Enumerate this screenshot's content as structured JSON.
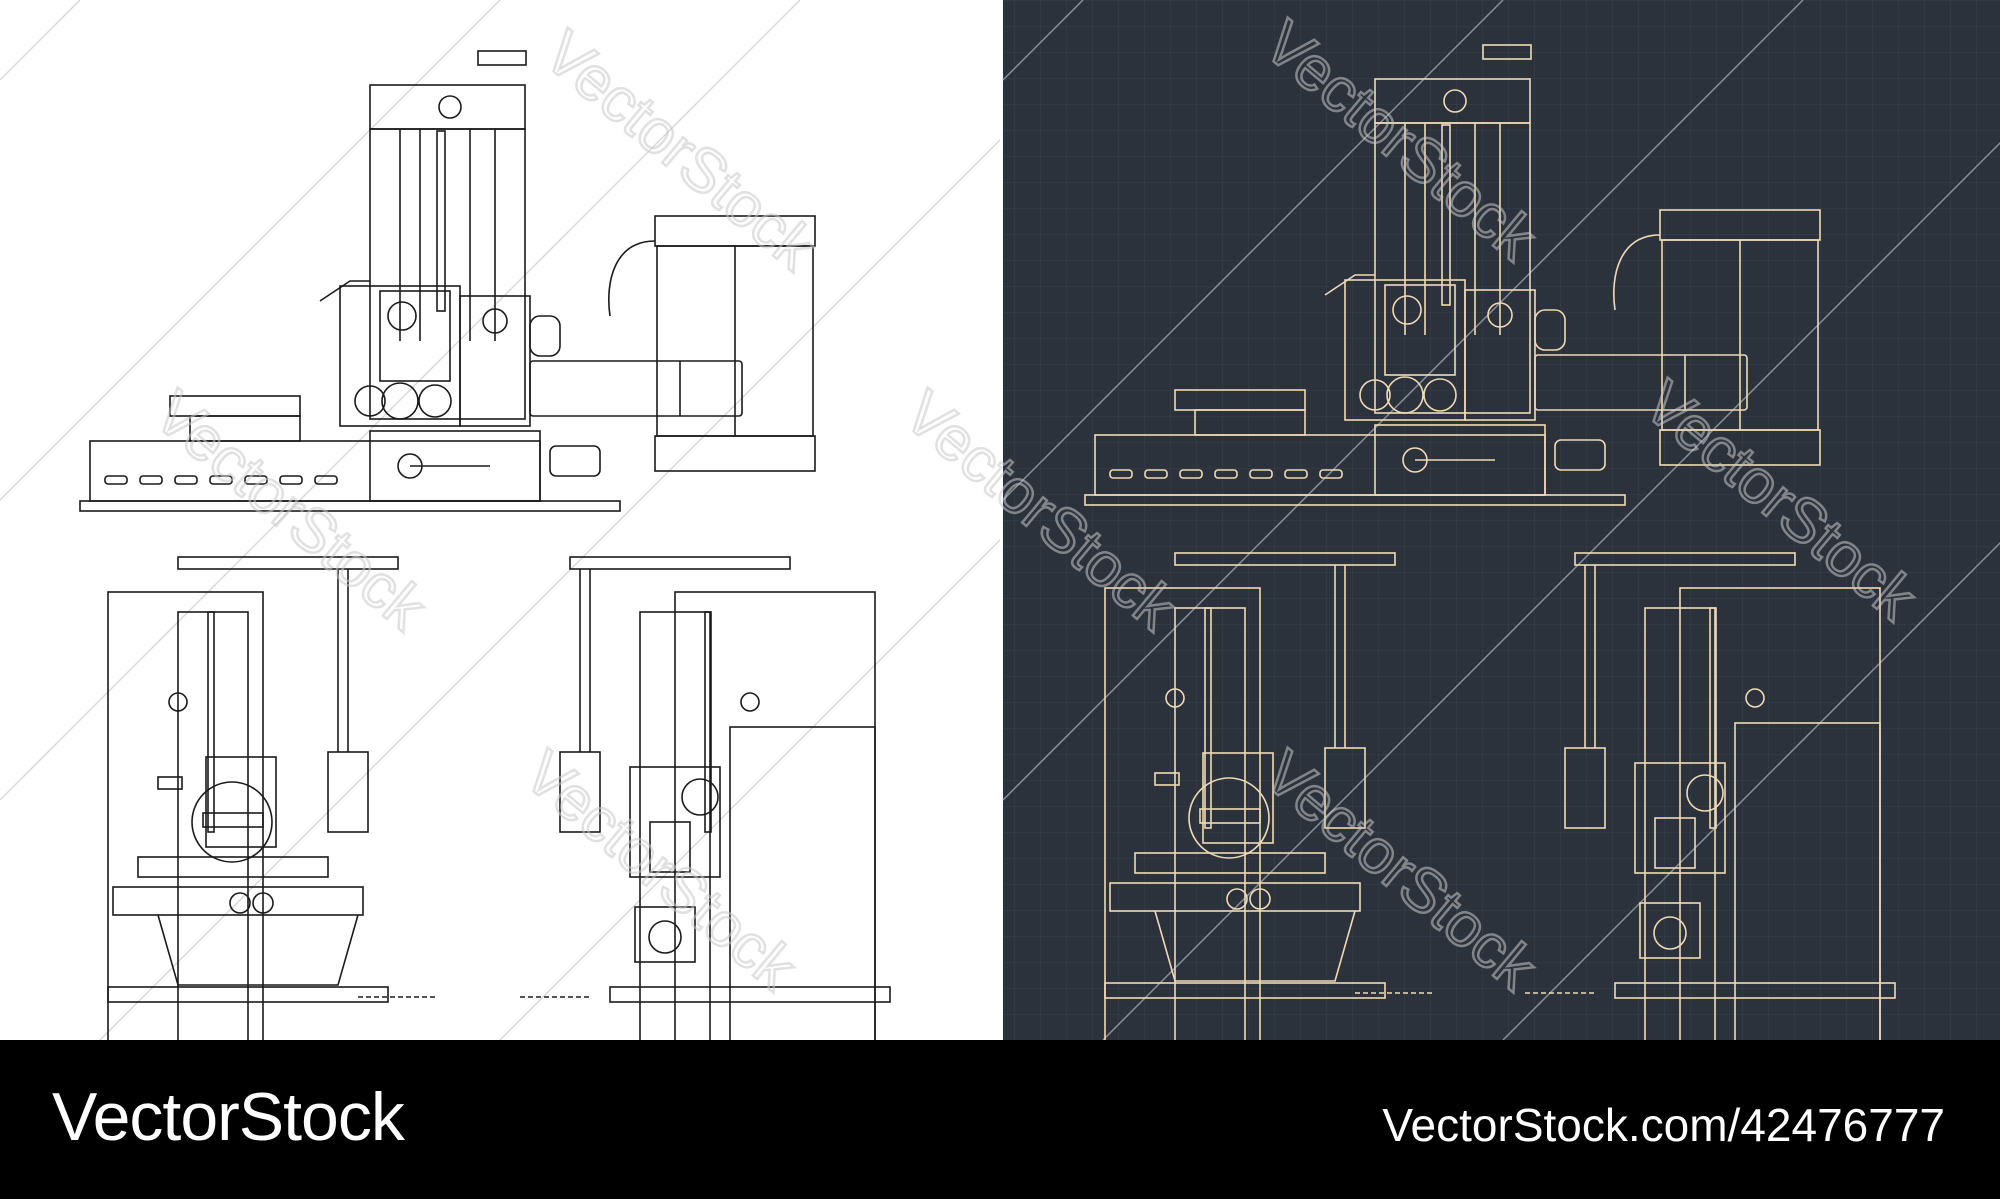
{
  "footer": {
    "brand": "VectorStock",
    "image_ref": "VectorStock.com/42476777"
  },
  "watermark": "VectorStock",
  "colors": {
    "light_bg": "#ffffff",
    "light_line": "#1a1a1a",
    "dark_bg": "#2b323c",
    "dark_grid": "#36414c",
    "dark_line": "#f0dab5",
    "footer_bg": "#000000"
  }
}
